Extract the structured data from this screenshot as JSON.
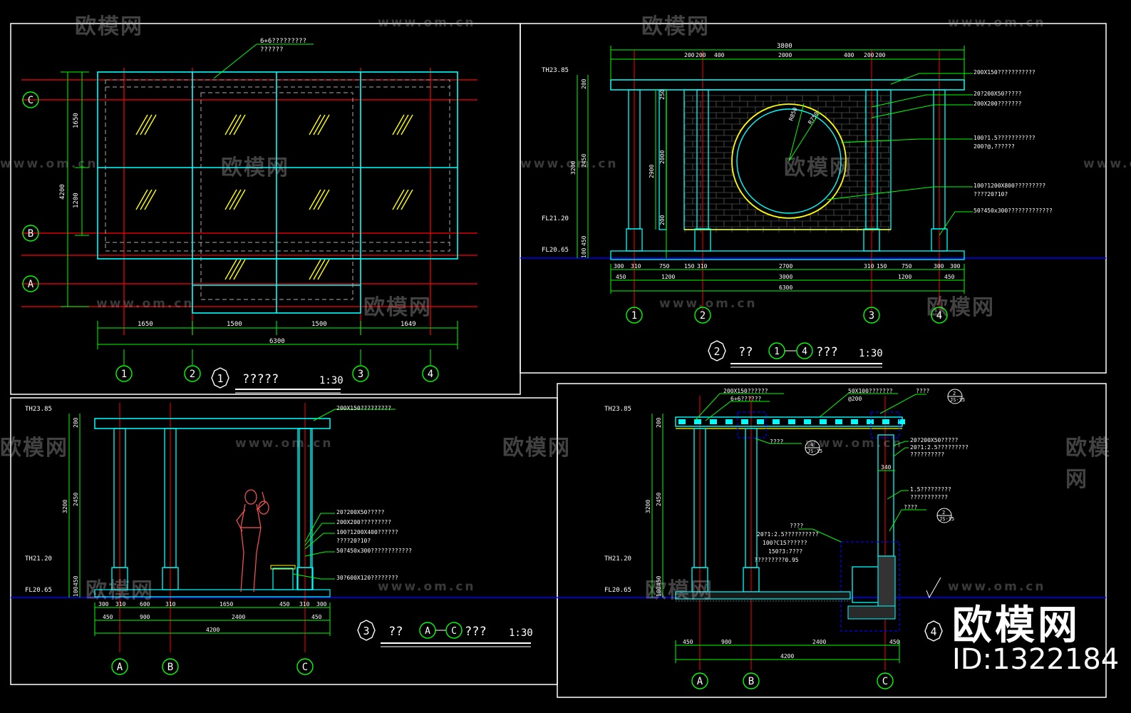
{
  "colors": {
    "frame": "#ffffff",
    "dim": "#00ff00",
    "axis": "#ff0000",
    "outline": "#00ffff",
    "glass": "#ffff00",
    "human": "#ff5555",
    "label": "#ffffff",
    "ground": "#0000ff"
  },
  "panel1": {
    "bubble": "1",
    "title": "?????",
    "scale": "1:30",
    "note1": "6+6?????????",
    "note2": "??????",
    "row_axes": [
      "C",
      "B",
      "A"
    ],
    "col_axes": [
      "1",
      "2",
      "3",
      "4"
    ],
    "dims_bottom": [
      "1650",
      "1500",
      "1500",
      "1649"
    ],
    "dim_total": "6300",
    "dims_left": [
      "1650",
      "1200"
    ],
    "dim_left_total": "4200",
    "url": "www.om.cn"
  },
  "panel2": {
    "bubble": "2",
    "title_a": "??",
    "title_b": "???",
    "from": "1",
    "to": "4",
    "scale": "1:30",
    "dims_top": [
      "3800",
      "200",
      "200",
      "400",
      "2000",
      "400",
      "200",
      "200"
    ],
    "elev_labels": [
      "TH23.85",
      "FL21.20",
      "FL20.65"
    ],
    "dims_left": [
      "200",
      "3200",
      "2450",
      "2900",
      "2000",
      "250",
      "200",
      "450",
      "100"
    ],
    "radius_labels": [
      "R850",
      "R750"
    ],
    "notes": [
      "200X150???????????",
      "20?200X50?????",
      "200X200???????",
      "100?1.5???????????",
      "200?@,??????",
      "100?1200X800?????????",
      "????20?10?",
      "50?450x300?????????????"
    ],
    "dims_bottom1": [
      "300",
      "310",
      "750",
      "150",
      "310",
      "2700",
      "310",
      "150",
      "750",
      "300",
      "300"
    ],
    "dims_bottom2": [
      "450",
      "1200",
      "3000",
      "1200",
      "450"
    ],
    "dim_total": "6300",
    "axes": [
      "1",
      "2",
      "3",
      "4"
    ]
  },
  "panel3": {
    "bubble": "3",
    "title_a": "??",
    "title_b": "???",
    "from": "A",
    "to": "C",
    "scale": "1:30",
    "elev_labels": [
      "TH23.85",
      "TH21.20",
      "FL20.65"
    ],
    "dims_left": [
      "200",
      "3200",
      "2450",
      "450",
      "100"
    ],
    "notes": [
      "200X150?????????",
      "20?200X50?????",
      "200X200?????????",
      "100?1200X400??????",
      "????20?10?",
      "50?450x300????????????",
      "30?600X120????????"
    ],
    "dims_bottom1": [
      "300",
      "310",
      "600",
      "310",
      "1650",
      "450",
      "310",
      "300"
    ],
    "dims_bottom2": [
      "450",
      "900",
      "2400",
      "450"
    ],
    "dim_total": "4200",
    "axes": [
      "A",
      "B",
      "C"
    ]
  },
  "panel4": {
    "bubble": "4",
    "elev_labels": [
      "TH23.85",
      "TH21.20",
      "FL20.65"
    ],
    "dims_left": [
      "200",
      "3200",
      "2450",
      "450",
      "100"
    ],
    "notes_top": [
      "200X150??????",
      "6+6??????",
      "50X100???????",
      "@200",
      "????"
    ],
    "notes_right": [
      "20?200X50?????",
      "20?1:2.5?????????",
      "??????????",
      "1.5?????????",
      "???????????",
      "????"
    ],
    "notes_mid": [
      "????",
      "20?1:2.5??????????",
      "100?C15??????",
      "150?3:7???",
      "?????????0.95"
    ],
    "ref_tags": [
      {
        "n": "2",
        "s": "JS-15"
      },
      {
        "n": "4",
        "s": "JS-15"
      },
      {
        "n": "2",
        "s": "JS-15"
      },
      {
        "n": "2",
        "s": "JS-15"
      }
    ],
    "dim_340": "340",
    "dims_bottom": [
      "450",
      "900",
      "2400",
      "450"
    ],
    "dim_total": "4200",
    "axes": [
      "A",
      "B",
      "C"
    ],
    "small_note": "????"
  },
  "watermark": {
    "brand": "欧模网",
    "url": "www.om.cn"
  },
  "branding": {
    "logo": "欧模网",
    "id": "ID:1322184"
  }
}
